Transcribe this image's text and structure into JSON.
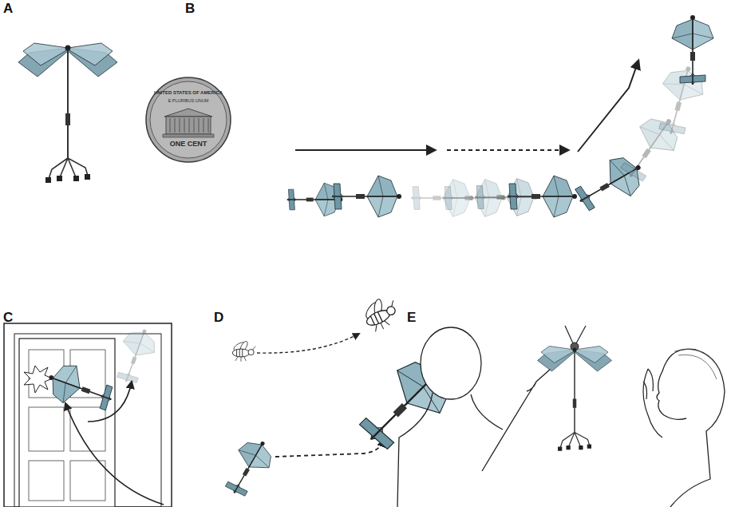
{
  "diagram": {
    "labels": [
      "A",
      "B",
      "C",
      "D",
      "E",
      "UNITED STATES OF AMERICA",
      "E PLURIBUS UNUM",
      "ONE CENT"
    ]
  }
}
